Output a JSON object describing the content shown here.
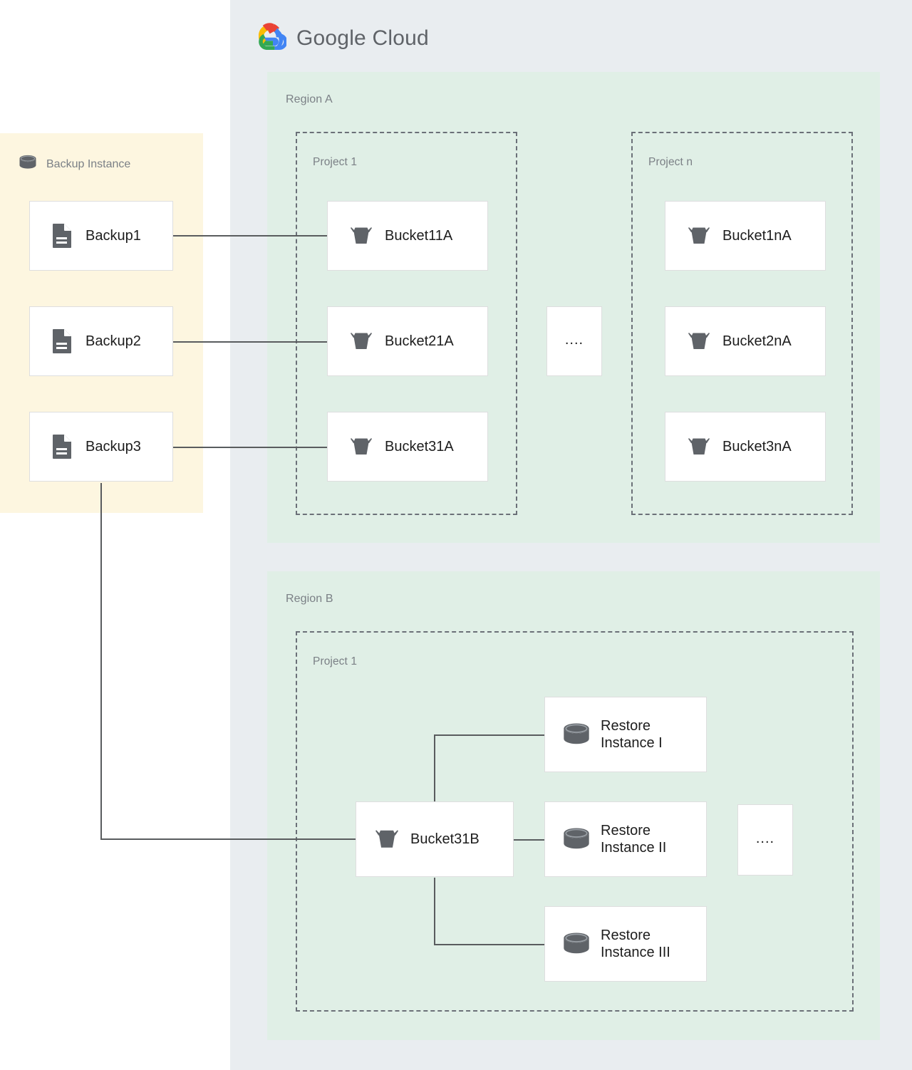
{
  "header": {
    "logo_icon": "google-cloud-logo-icon",
    "brand_google": "Google ",
    "brand_cloud": "Cloud",
    "brand_full": "Google Cloud"
  },
  "colors": {
    "cloud_panel_bg": "#e9edf0",
    "backup_panel_bg": "#fdf6e0",
    "region_bg": "#e0efe6",
    "node_bg": "#ffffff",
    "node_border": "#dededf",
    "project_border": "#6b7078",
    "connector": "#595c5e",
    "label_text": "#7b8086",
    "node_text": "#1d1d1d",
    "icon_fill": "#5f6368",
    "logo_red": "#ea4335",
    "logo_yellow": "#fbbc04",
    "logo_green": "#34a853",
    "logo_blue": "#4285f4"
  },
  "backup_panel": {
    "title": "Backup Instance",
    "icon": "database-cylinder-icon",
    "items": [
      {
        "label": "Backup1",
        "icon": "backup-file-icon"
      },
      {
        "label": "Backup2",
        "icon": "backup-file-icon"
      },
      {
        "label": "Backup3",
        "icon": "backup-file-icon"
      }
    ]
  },
  "regions": [
    {
      "name": "Region A",
      "projects": [
        {
          "name": "Project 1",
          "buckets": [
            {
              "label": "Bucket11A",
              "icon": "bucket-icon"
            },
            {
              "label": "Bucket21A",
              "icon": "bucket-icon"
            },
            {
              "label": "Bucket31A",
              "icon": "bucket-icon"
            }
          ]
        },
        {
          "name": "Project n",
          "buckets": [
            {
              "label": "Bucket1nA",
              "icon": "bucket-icon"
            },
            {
              "label": "Bucket2nA",
              "icon": "bucket-icon"
            },
            {
              "label": "Bucket3nA",
              "icon": "bucket-icon"
            }
          ]
        }
      ],
      "ellipsis": "...."
    },
    {
      "name": "Region B",
      "projects": [
        {
          "name": "Project 1",
          "bucket": {
            "label": "Bucket31B",
            "icon": "bucket-icon"
          },
          "restore_instances": [
            {
              "label": "Restore\nInstance I",
              "icon": "database-cylinder-icon"
            },
            {
              "label": "Restore\nInstance II",
              "icon": "database-cylinder-icon"
            },
            {
              "label": "Restore\nInstance III",
              "icon": "database-cylinder-icon"
            }
          ],
          "ellipsis": "...."
        }
      ]
    }
  ]
}
